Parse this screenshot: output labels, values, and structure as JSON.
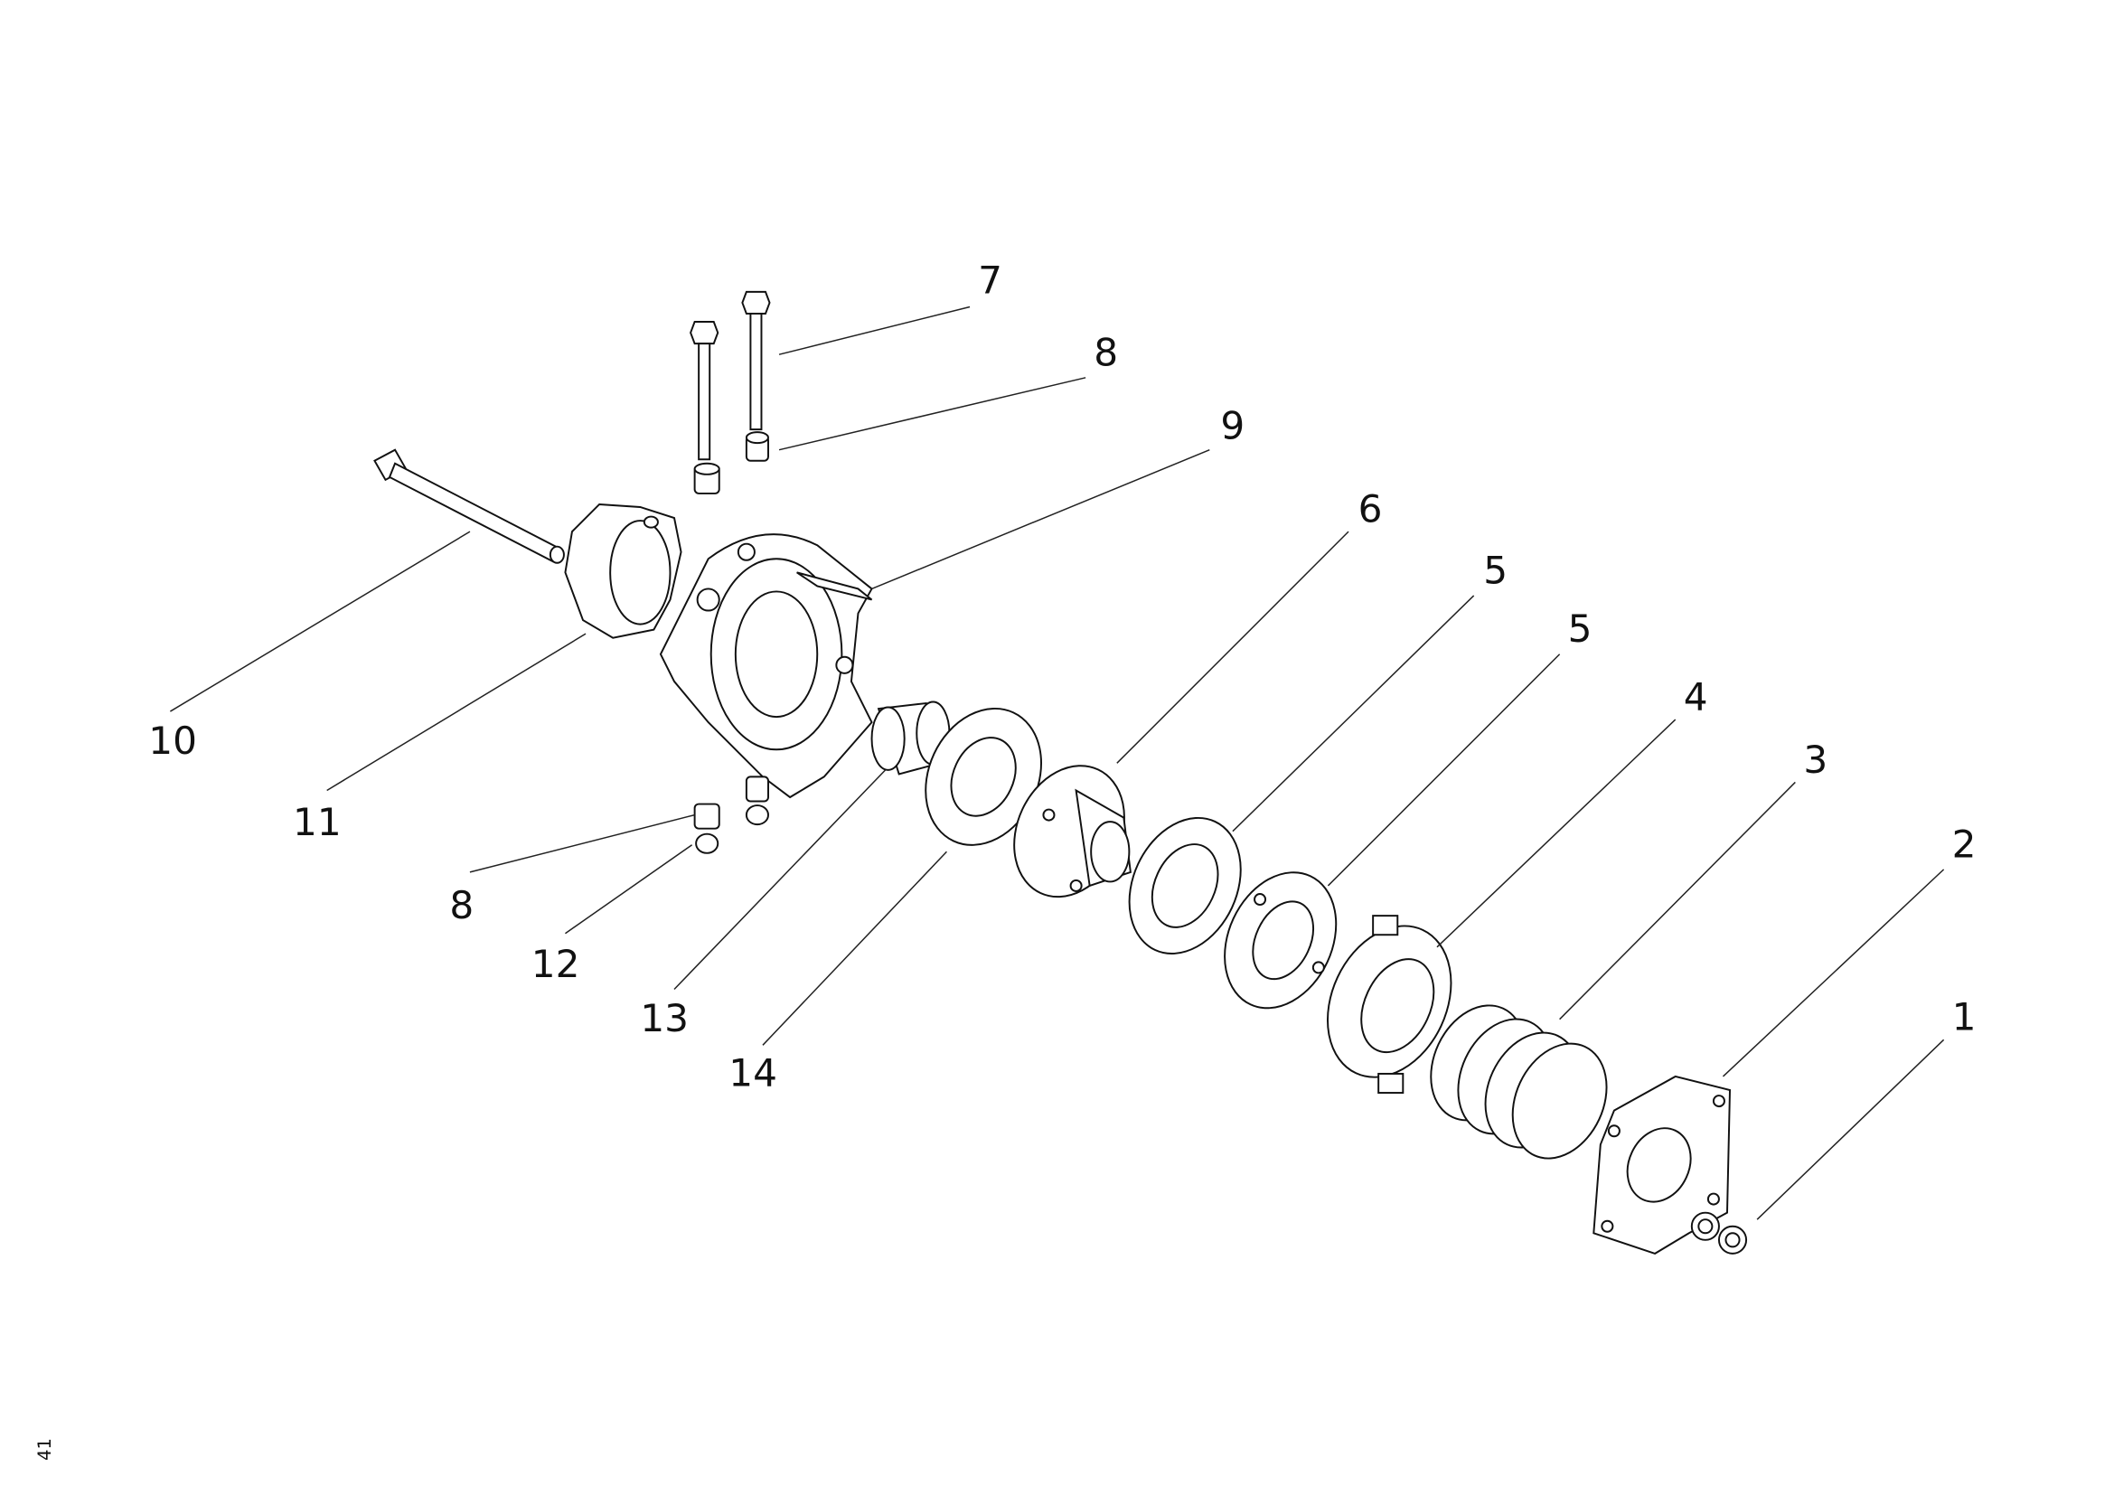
{
  "page_number": "41",
  "callouts": [
    {
      "id": "c7",
      "label": "7",
      "part": "bolt-long"
    },
    {
      "id": "c8a",
      "label": "8",
      "part": "spacer"
    },
    {
      "id": "c9",
      "label": "9",
      "part": "clutch-housing"
    },
    {
      "id": "c6",
      "label": "6",
      "part": "hub-flange"
    },
    {
      "id": "c5a",
      "label": "5",
      "part": "friction-disc"
    },
    {
      "id": "c5b",
      "label": "5",
      "part": "friction-disc"
    },
    {
      "id": "c4",
      "label": "4",
      "part": "pressure-plate"
    },
    {
      "id": "c3",
      "label": "3",
      "part": "spring"
    },
    {
      "id": "c2",
      "label": "2",
      "part": "mounting-plate"
    },
    {
      "id": "c1",
      "label": "1",
      "part": "nut"
    },
    {
      "id": "c10",
      "label": "10",
      "part": "bolt"
    },
    {
      "id": "c11",
      "label": "11",
      "part": "coupling-star"
    },
    {
      "id": "c8b",
      "label": "8",
      "part": "spacer"
    },
    {
      "id": "c12",
      "label": "12",
      "part": "nut"
    },
    {
      "id": "c13",
      "label": "13",
      "part": "bushing"
    },
    {
      "id": "c14",
      "label": "14",
      "part": "washer"
    }
  ]
}
